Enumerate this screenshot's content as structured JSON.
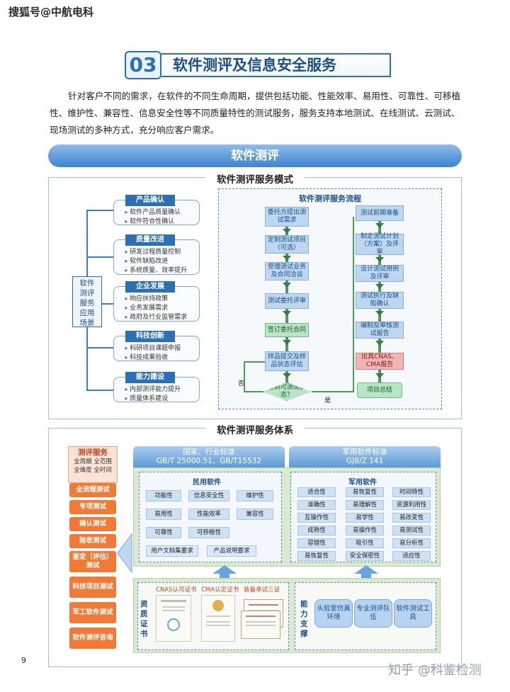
{
  "watermark_top": "搜狐号@中航电科",
  "watermark_bottom": "知乎 @科鉴检测",
  "page_number": "9",
  "section": {
    "number": "03",
    "title": "软件测评及信息安全服务",
    "intro": "针对客户不同的需求，在软件的不同生命周期，提供包括功能、性能效率、易用性、可靠性、可移植性、维护性、兼容性、信息安全性等不同质量特性的测试服务，服务支持本地测试、在线测试、云测试、现场测试的多种方式，充分响应客户需求。"
  },
  "banner": "软件测评",
  "mode": {
    "title": "软件测评服务模式",
    "scene_label": "软件测评服务应用场景",
    "cards": [
      {
        "head": "产品确认",
        "items": [
          "软件产品质量确认",
          "软件符合性确认"
        ]
      },
      {
        "head": "质量改进",
        "items": [
          "研发过程质量控制",
          "软件缺陷改进",
          "系统质量、效率提升"
        ]
      },
      {
        "head": "企业发展",
        "items": [
          "响应扶持政策",
          "业务发展需求",
          "政府及行业监管需求"
        ]
      },
      {
        "head": "科技创新",
        "items": [
          "科研项目课题申报",
          "科技成果验收"
        ]
      },
      {
        "head": "能力建设",
        "items": [
          "内部测评能力提升",
          "质量体系建设"
        ]
      }
    ],
    "flow": {
      "title": "软件测评服务流程",
      "left": [
        "委托方提出测试需求",
        "定制测试项目（可选）",
        "受理测试业务及合同洽谈",
        "测试委托评审",
        "签订委托合同",
        "样品提交及样品状态评估",
        "达到可测试状态？"
      ],
      "right": [
        "测试前期准备",
        "制定测试计划（方案）及评审",
        "设计测试用例及评审",
        "测试执行及缺陷确认",
        "编制及审核测试报告",
        "出具CNAS、CMA报告",
        "项目总结"
      ],
      "no_label": "否",
      "yes_label": "是"
    }
  },
  "system": {
    "title": "软件测评服务体系",
    "service_head": {
      "title": "测评服务",
      "line1": "全周期 全范围",
      "line2": "全维度 全时间"
    },
    "services": [
      "全流程测试",
      "专项测试",
      "确认测试",
      "验收测试",
      "鉴定（评估）测试",
      "科技项目测试",
      "军工软件测试",
      "软件测评咨询"
    ],
    "civil_std": {
      "line1": "国家、行业标准",
      "line2": "GB/T 25000.51、GB/T15532"
    },
    "mil_std": {
      "line1": "军用软件标准",
      "line2": "GJB/Z 141"
    },
    "civil": {
      "title": "民用软件",
      "items": [
        "功能性",
        "信息安全性",
        "维护性",
        "易用性",
        "性能效率",
        "兼容性",
        "可靠性",
        "可移植性",
        "用户文档集要求",
        "产品说明要求"
      ]
    },
    "military": {
      "title": "军用软件",
      "items": [
        "适合性",
        "易恢复性",
        "时间特性",
        "准确性",
        "易理解性",
        "资源利用性",
        "互操作性",
        "易学性",
        "易改变性",
        "成熟性",
        "易操作性",
        "易测试性",
        "容错性",
        "吸引性",
        "易分析性",
        "易恢复性",
        "安全保密性",
        "适应性"
      ]
    },
    "cert": {
      "label": "资质证书",
      "captions": [
        "CNAS认可证书",
        "CMA认定证书",
        "装备承试三证"
      ]
    },
    "capability": {
      "label": "能力支撑",
      "items": [
        "头验室仿真环境",
        "专业测评队伍",
        "软件测试工具"
      ]
    }
  }
}
